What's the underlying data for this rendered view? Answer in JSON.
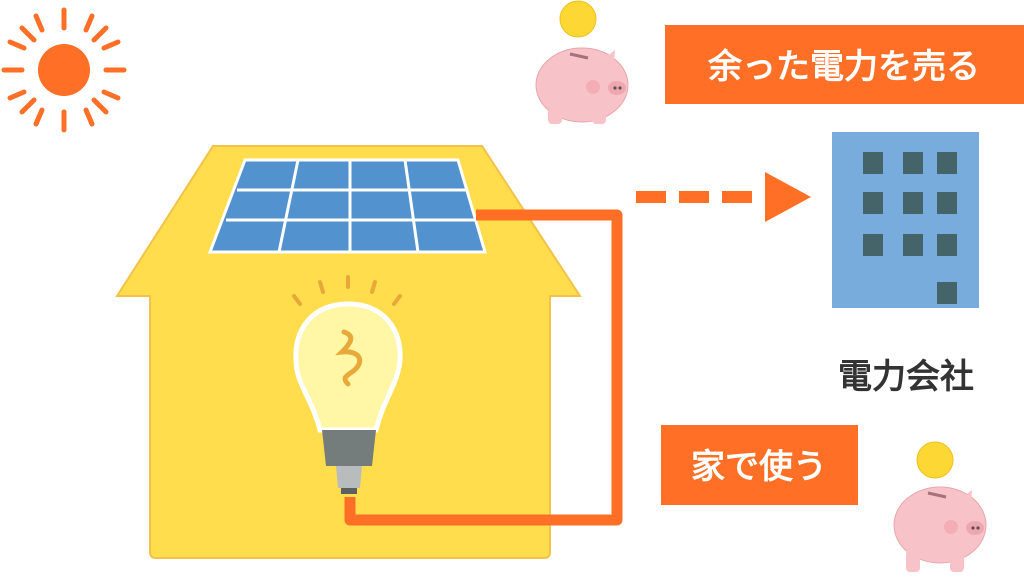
{
  "labels": {
    "sell_surplus": "余った電力を売る",
    "use_at_home": "家で使う",
    "power_company": "電力会社"
  },
  "colors": {
    "orange": "#ff6f26",
    "house": "#ffdd4d",
    "house_edge": "#f2c24a",
    "panel": "#5292ce",
    "building": "#78acdd",
    "window": "#45646a",
    "pig": "#f7c3c8",
    "coin": "#fdd835",
    "sun": "#ff6f26"
  }
}
